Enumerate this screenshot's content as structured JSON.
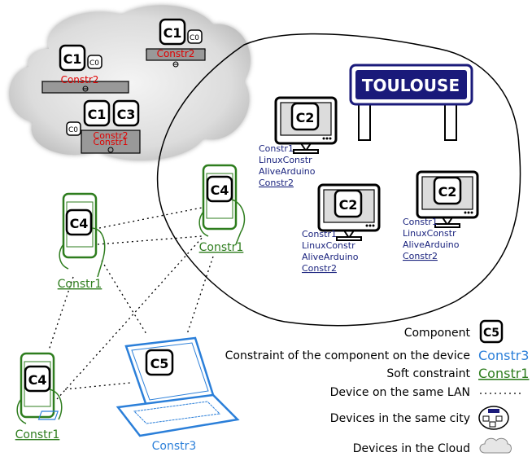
{
  "city_sign": {
    "label": "TOULOUSE"
  },
  "cloud": {
    "servers": [
      {
        "components": [
          "C1"
        ],
        "tag": "C0",
        "constraints": [
          "Constr2"
        ]
      },
      {
        "components": [
          "C1"
        ],
        "tag": "C0",
        "constraints": [
          "Constr2"
        ]
      },
      {
        "components": [
          "C1",
          "C3"
        ],
        "tag": "C0",
        "constraints": [
          "Constr2",
          "Constr1"
        ]
      }
    ]
  },
  "monitors": [
    {
      "component": "C2",
      "constraints": [
        "Constr1",
        "LinuxConstr",
        "AliveArduino"
      ],
      "soft_constraint": "Constr2"
    },
    {
      "component": "C2",
      "constraints": [
        "Constr1",
        "LinuxConstr",
        "AliveArduino"
      ],
      "soft_constraint": "Constr2"
    },
    {
      "component": "C2",
      "constraints": [
        "Constr1",
        "LinuxConstr",
        "AliveArduino"
      ],
      "soft_constraint": "Constr2"
    }
  ],
  "phones": [
    {
      "component": "C4",
      "soft_constraint": "Constr1"
    },
    {
      "component": "C4",
      "soft_constraint": "Constr1"
    },
    {
      "component": "C4",
      "soft_constraint": "Constr1"
    }
  ],
  "laptop": {
    "component": "C5",
    "constraint": "Constr3"
  },
  "legend": {
    "component_label": "Component",
    "component_sample": "C5",
    "constraint_label": "Constraint of the component on the device",
    "constraint_sample": "Constr3",
    "soft_label": "Soft constraint",
    "soft_sample": "Constr1",
    "lan_label": "Device on the same LAN",
    "city_label": "Devices in the same city",
    "cloud_label": "Devices in the Cloud"
  },
  "colors": {
    "soft_constraint": "#2e7d1e",
    "device_constraint": "#2b7fd9",
    "cloud_constraint": "#e00000",
    "monitor_text": "#1a237e",
    "sign": "#1a1a7a",
    "phone": "#2e7d1e",
    "laptop": "#2b7fd9"
  }
}
